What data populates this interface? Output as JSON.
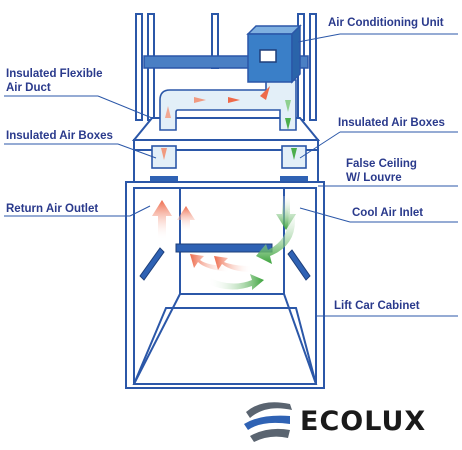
{
  "labels": {
    "ac_unit": "Air Conditioning Unit",
    "flex_duct_line1": "Insulated Flexible",
    "flex_duct_line2": "Air Duct",
    "air_boxes_left": "Insulated Air Boxes",
    "air_boxes_right": "Insulated Air Boxes",
    "false_ceiling_line1": "False Ceiling",
    "false_ceiling_line2": "W/ Louvre",
    "return_air": "Return Air Outlet",
    "cool_air": "Cool Air Inlet",
    "cabinet": "Lift Car Cabinet"
  },
  "brand": {
    "name": "ECOLUX"
  },
  "colors": {
    "label_text": "#2a3a8c",
    "outline": "#2b57a8",
    "duct_fill": "#e3eff8",
    "unit_blue": "#3a7fc8",
    "louvre_blue": "#2f62b4",
    "warm_arrow": "#ee6a4a",
    "cool_arrow": "#4cae4c"
  }
}
